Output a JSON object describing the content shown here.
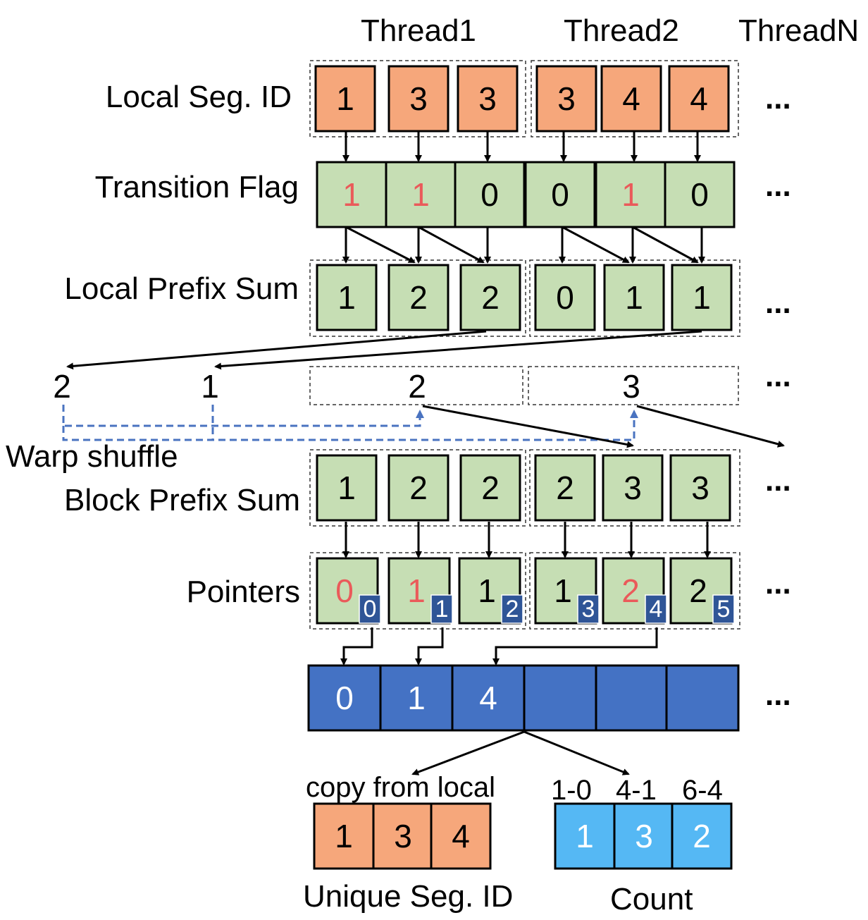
{
  "threads": [
    "Thread1",
    "Thread2",
    "ThreadN"
  ],
  "rows": {
    "local_seg_id": {
      "label": "Local Seg. ID",
      "values": [
        "1",
        "3",
        "3",
        "3",
        "4",
        "4"
      ]
    },
    "transition_flag": {
      "label": "Transition Flag",
      "values": [
        "1",
        "1",
        "0",
        "0",
        "1",
        "0"
      ],
      "highlight": [
        true,
        true,
        false,
        false,
        true,
        false
      ]
    },
    "local_prefix_sum": {
      "label": "Local Prefix Sum",
      "values": [
        "1",
        "2",
        "2",
        "0",
        "1",
        "1"
      ]
    },
    "block_prefix_sum": {
      "label": "Block Prefix Sum",
      "values": [
        "1",
        "2",
        "2",
        "2",
        "3",
        "3"
      ]
    },
    "pointers": {
      "label": "Pointers",
      "values": [
        "0",
        "1",
        "1",
        "1",
        "2",
        "2"
      ],
      "highlight": [
        true,
        true,
        false,
        false,
        true,
        false
      ],
      "indices": [
        "0",
        "1",
        "2",
        "3",
        "4",
        "5"
      ]
    }
  },
  "warp_shuffle": {
    "label": "Warp shuffle",
    "thread_totals": [
      "2",
      "1"
    ],
    "offsets": [
      "2",
      "3"
    ]
  },
  "output_array": {
    "values": [
      "0",
      "1",
      "4",
      "",
      "",
      ""
    ]
  },
  "unique_seg": {
    "caption": "copy from local",
    "values": [
      "1",
      "3",
      "4"
    ],
    "label": "Unique Seg. ID"
  },
  "count": {
    "formulas": [
      "1-0",
      "4-1",
      "6-4"
    ],
    "values": [
      "1",
      "3",
      "2"
    ],
    "label": "Count"
  },
  "ellipsis": "...",
  "colors": {
    "orange": "#f6a77b",
    "green": "#c6deb4",
    "blue": "#4472c4",
    "light_blue": "#55b8f4",
    "highlight_red": "#ea5a5a",
    "dashed_arrow": "#4a73c0"
  }
}
